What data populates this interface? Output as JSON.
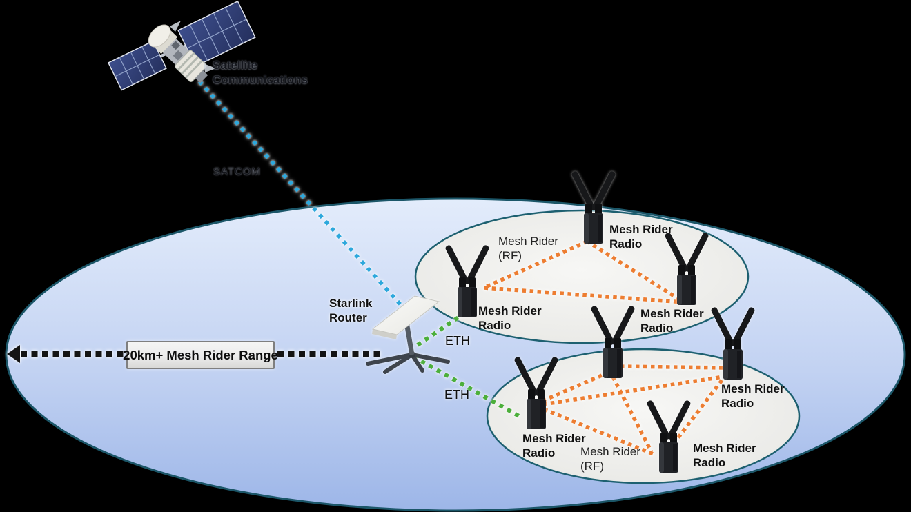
{
  "network": {
    "satellite_label": "Satellite\nCommunications",
    "satcom_link_label": "SATCOM",
    "starlink_router_label": "Starlink\nRouter",
    "range_label": "20km+ Mesh Rider Range",
    "clusters": {
      "upper": {
        "radio_count": 3,
        "eth_link_label": "ETH",
        "rf_link_label": "Mesh Rider\n(RF)",
        "radio_labels": [
          {
            "radio": "top",
            "text": "Mesh Rider\nRadio"
          },
          {
            "radio": "left",
            "text": "Mesh Rider\nRadio"
          },
          {
            "radio": "right",
            "text": "Mesh Rider\nRadio"
          }
        ]
      },
      "lower": {
        "radio_count": 4,
        "eth_link_label": "ETH",
        "rf_link_label": "Mesh Rider\n(RF)",
        "radio_labels": [
          {
            "radio": "left",
            "text": "Mesh Rider\nRadio"
          },
          {
            "radio": "right",
            "text": "Mesh Rider\nRadio"
          },
          {
            "radio": "bottom",
            "text": "Mesh Rider\nRadio"
          }
        ]
      }
    }
  },
  "colors": {
    "background": "#000000",
    "coverage_fill_top": "#e3ecfb",
    "coverage_fill_bottom": "#9db6e8",
    "coverage_border": "#1b5668",
    "cluster_fill_center": "#f7f7f5",
    "cluster_fill_edge": "#dcdcd7",
    "cluster_border": "#1d6070",
    "satcom_line": "#2da8dc",
    "eth_line": "#4caf3b",
    "rf_line": "#ed7d31",
    "range_line": "#141414",
    "label_box_fill": "#ececec",
    "label_box_border": "#7f7f7f"
  }
}
